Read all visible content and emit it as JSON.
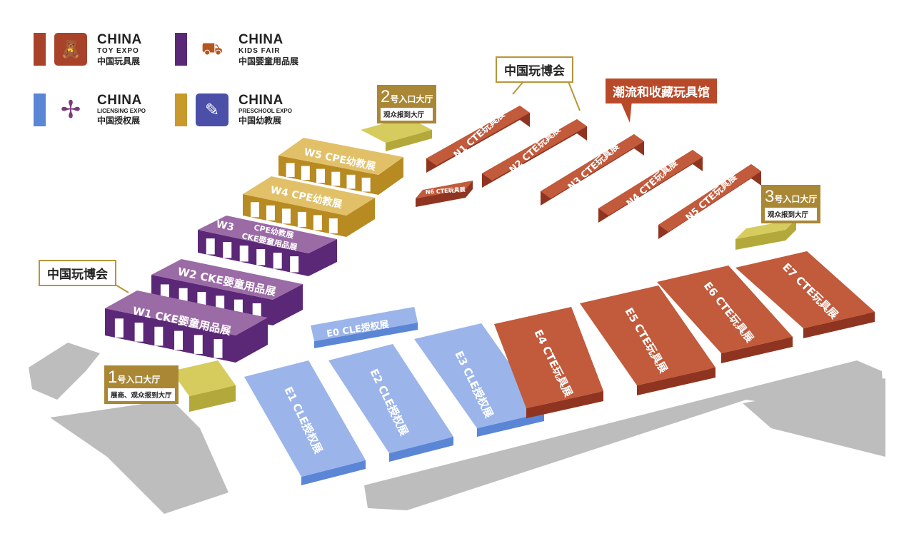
{
  "legend": [
    {
      "en1": "CHINA",
      "en2": "TOY EXPO",
      "cn": "中国玩具展",
      "color": "#a8432a",
      "icon": "teddy-bear-icon"
    },
    {
      "en1": "CHINA",
      "en2": "KIDS FAIR",
      "cn": "中国婴童用品展",
      "color": "#5b2777",
      "icon": "stroller-icon"
    },
    {
      "en1": "CHINA",
      "en2": "LICENSING EXPO",
      "cn": "中国授权展",
      "color": "#5b86d6",
      "icon": "pinwheel-icon"
    },
    {
      "en1": "CHINA",
      "en2": "PRESCHOOL EXPO",
      "cn": "中国幼教展",
      "color": "#c79a2b",
      "icon": "butterfly-pencil-icon"
    }
  ],
  "callouts": {
    "top": "中国玩博会",
    "left": "中国玩博会",
    "trend": "潮流和收藏玩具馆"
  },
  "entrances": [
    {
      "num": "1",
      "title": "号入口大厅",
      "sub": "展商、观众报到大厅"
    },
    {
      "num": "2",
      "title": "号入口大厅",
      "sub": "观众报到大厅"
    },
    {
      "num": "3",
      "title": "号入口大厅",
      "sub": "观众报到大厅"
    }
  ],
  "halls": {
    "W1": "W1 CKE婴童用品展",
    "W2": "W2 CKE婴童用品展",
    "W3": "W3",
    "W3a": "CPE幼教展",
    "W3b": "CKE婴童用品展",
    "W4": "W4 CPE幼教展",
    "W5": "W5 CPE幼教展",
    "N1": "N1 CTE玩具展",
    "N2": "N2 CTE玩具展",
    "N3": "N3 CTE玩具展",
    "N4": "N4 CTE玩具展",
    "N5": "N5 CTE玩具展",
    "N6": "N6 CTE玩具展",
    "E0": "E0 CLE授权展",
    "E1": "E1 CLE授权展",
    "E2": "E2 CLE授权展",
    "E3": "E3 CLE授权展",
    "E4": "E4 CTE玩具展",
    "E5": "E5 CTE玩具展",
    "E6": "E6 CTE玩具展",
    "E7": "E7 CTE玩具展"
  },
  "colors": {
    "toy": "#a8432a",
    "kids": "#5b2777",
    "licensing": "#5b86d6",
    "preschool": "#c79a2b",
    "entrance": "#c9be4c",
    "road": "#bdbdbd"
  }
}
